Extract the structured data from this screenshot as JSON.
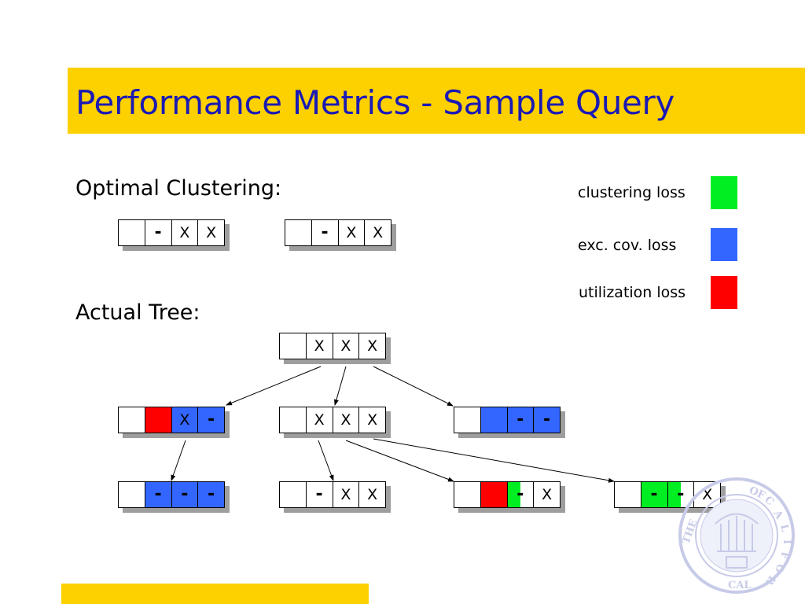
{
  "title": "Performance Metrics - Sample Query",
  "sections": {
    "optimal_label": "Optimal Clustering:",
    "actual_label": "Actual Tree:"
  },
  "legend": [
    {
      "label": "clustering loss",
      "color": "#00ee22"
    },
    {
      "label": "exc. cov. loss",
      "color": "#3366ff"
    },
    {
      "label": "utilization loss",
      "color": "#ff0000"
    }
  ],
  "colors": {
    "green": "#00ee22",
    "blue": "#3366ff",
    "red": "#ff0000",
    "title_bar": "#fdd000",
    "title_text": "#1a1ab4"
  },
  "optimal_nodes": [
    {
      "cells": [
        {
          "t": ""
        },
        {
          "t": "-"
        },
        {
          "t": "X"
        },
        {
          "t": "X"
        }
      ]
    },
    {
      "cells": [
        {
          "t": ""
        },
        {
          "t": "-"
        },
        {
          "t": "X"
        },
        {
          "t": "X"
        }
      ]
    }
  ],
  "tree": {
    "root": {
      "cells": [
        {
          "t": ""
        },
        {
          "t": "X"
        },
        {
          "t": "X"
        },
        {
          "t": "X"
        }
      ]
    },
    "level1": [
      {
        "cells": [
          {
            "t": ""
          },
          {
            "t": "",
            "c": "red"
          },
          {
            "t": "X",
            "c": "blue"
          },
          {
            "t": "-",
            "c": "blue"
          }
        ]
      },
      {
        "cells": [
          {
            "t": ""
          },
          {
            "t": "X"
          },
          {
            "t": "X"
          },
          {
            "t": "X"
          }
        ]
      },
      {
        "cells": [
          {
            "t": ""
          },
          {
            "t": "",
            "c": "blue"
          },
          {
            "t": "-",
            "c": "blue"
          },
          {
            "t": "-",
            "c": "blue"
          }
        ]
      }
    ],
    "level2": [
      {
        "cells": [
          {
            "t": ""
          },
          {
            "t": "-",
            "c": "blue"
          },
          {
            "t": "-",
            "c": "blue"
          },
          {
            "t": "-",
            "c": "blue"
          }
        ]
      },
      {
        "cells": [
          {
            "t": ""
          },
          {
            "t": "-"
          },
          {
            "t": "X"
          },
          {
            "t": "X"
          }
        ]
      },
      {
        "cells": [
          {
            "t": ""
          },
          {
            "t": "",
            "c": "red"
          },
          {
            "t": "-",
            "c": "green-half"
          },
          {
            "t": "X"
          }
        ]
      },
      {
        "cells": [
          {
            "t": ""
          },
          {
            "t": "-",
            "c": "green"
          },
          {
            "t": "-",
            "c": "green-half"
          },
          {
            "t": "X"
          }
        ]
      }
    ]
  }
}
